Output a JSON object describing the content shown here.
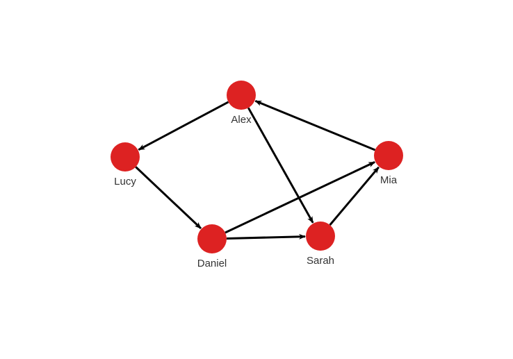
{
  "graph": {
    "node_color": "#dd2222",
    "edge_color": "#000000",
    "label_color": "#333333",
    "nodes": [
      {
        "id": "alex",
        "label": "Alex"
      },
      {
        "id": "lucy",
        "label": "Lucy"
      },
      {
        "id": "mia",
        "label": "Mia"
      },
      {
        "id": "daniel",
        "label": "Daniel"
      },
      {
        "id": "sarah",
        "label": "Sarah"
      }
    ],
    "edges": [
      {
        "from": "alex",
        "to": "lucy"
      },
      {
        "from": "alex",
        "to": "sarah"
      },
      {
        "from": "mia",
        "to": "alex"
      },
      {
        "from": "lucy",
        "to": "daniel"
      },
      {
        "from": "daniel",
        "to": "sarah"
      },
      {
        "from": "daniel",
        "to": "mia"
      },
      {
        "from": "sarah",
        "to": "mia"
      }
    ]
  }
}
